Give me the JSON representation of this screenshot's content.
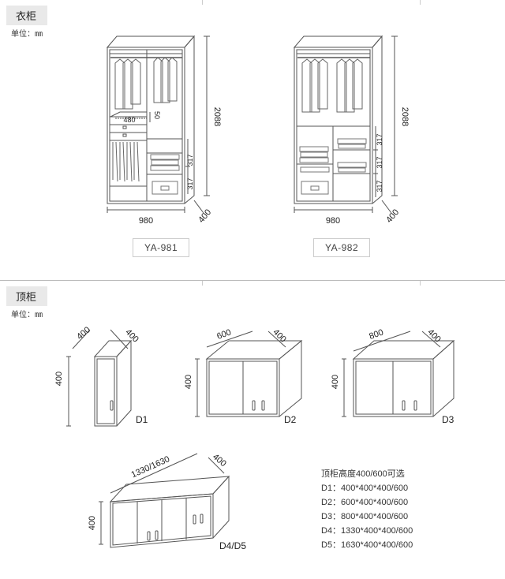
{
  "wardrobe_section": {
    "tag": "衣柜",
    "unit_label": "单位：",
    "unit_value": "㎜",
    "models": [
      {
        "name": "YA-981",
        "width": "980",
        "depth": "400",
        "height": "2088",
        "inner": [
          "480",
          "50",
          "317",
          "317"
        ]
      },
      {
        "name": "YA-982",
        "width": "980",
        "depth": "400",
        "height": "2088",
        "inner": [
          "317",
          "317",
          "317"
        ]
      }
    ]
  },
  "top_cabinet_section": {
    "tag": "顶柜",
    "unit_label": "单位：",
    "unit_value": "㎜",
    "cabinets": [
      {
        "label": "D1",
        "width": "400",
        "depth": "400",
        "height": "400"
      },
      {
        "label": "D2",
        "width": "600",
        "depth": "400",
        "height": "400"
      },
      {
        "label": "D3",
        "width": "800",
        "depth": "400",
        "height": "400"
      },
      {
        "label": "D4/D5",
        "width": "1330/1630",
        "depth": "400",
        "height": "400"
      }
    ],
    "spec_title": "顶柜高度400/600可选",
    "specs": [
      "D1：400*400*400/600",
      "D2：600*400*400/600",
      "D3：800*400*400/600",
      "D4：1330*400*400/600",
      "D5：1630*400*400/600"
    ]
  }
}
